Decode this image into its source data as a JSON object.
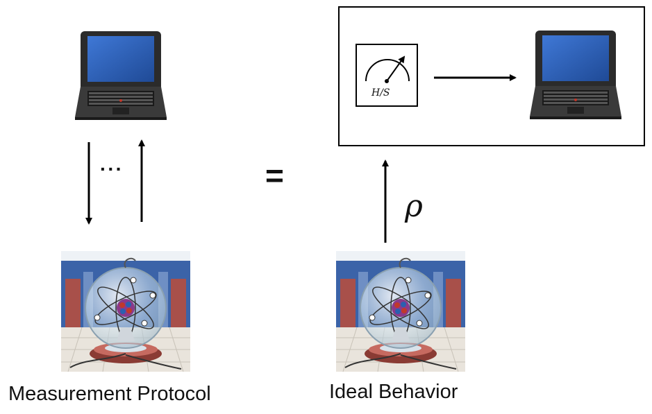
{
  "labels": {
    "left_caption": "Measurement Protocol",
    "right_caption": "Ideal Behavior",
    "equals": "=",
    "ellipsis": "···",
    "rho": "ρ",
    "meter_label": "H/S"
  },
  "colors": {
    "laptop_body": "#2b2b2b",
    "laptop_screen": "#2d5fb8",
    "atom_core": "#8a3a8a",
    "wall_blue": "#3b63a8",
    "wall_red": "#a8504a",
    "floor": "#e9e4dc"
  },
  "icons": [
    "laptop-icon",
    "quantum-device-icon",
    "meter-icon"
  ]
}
